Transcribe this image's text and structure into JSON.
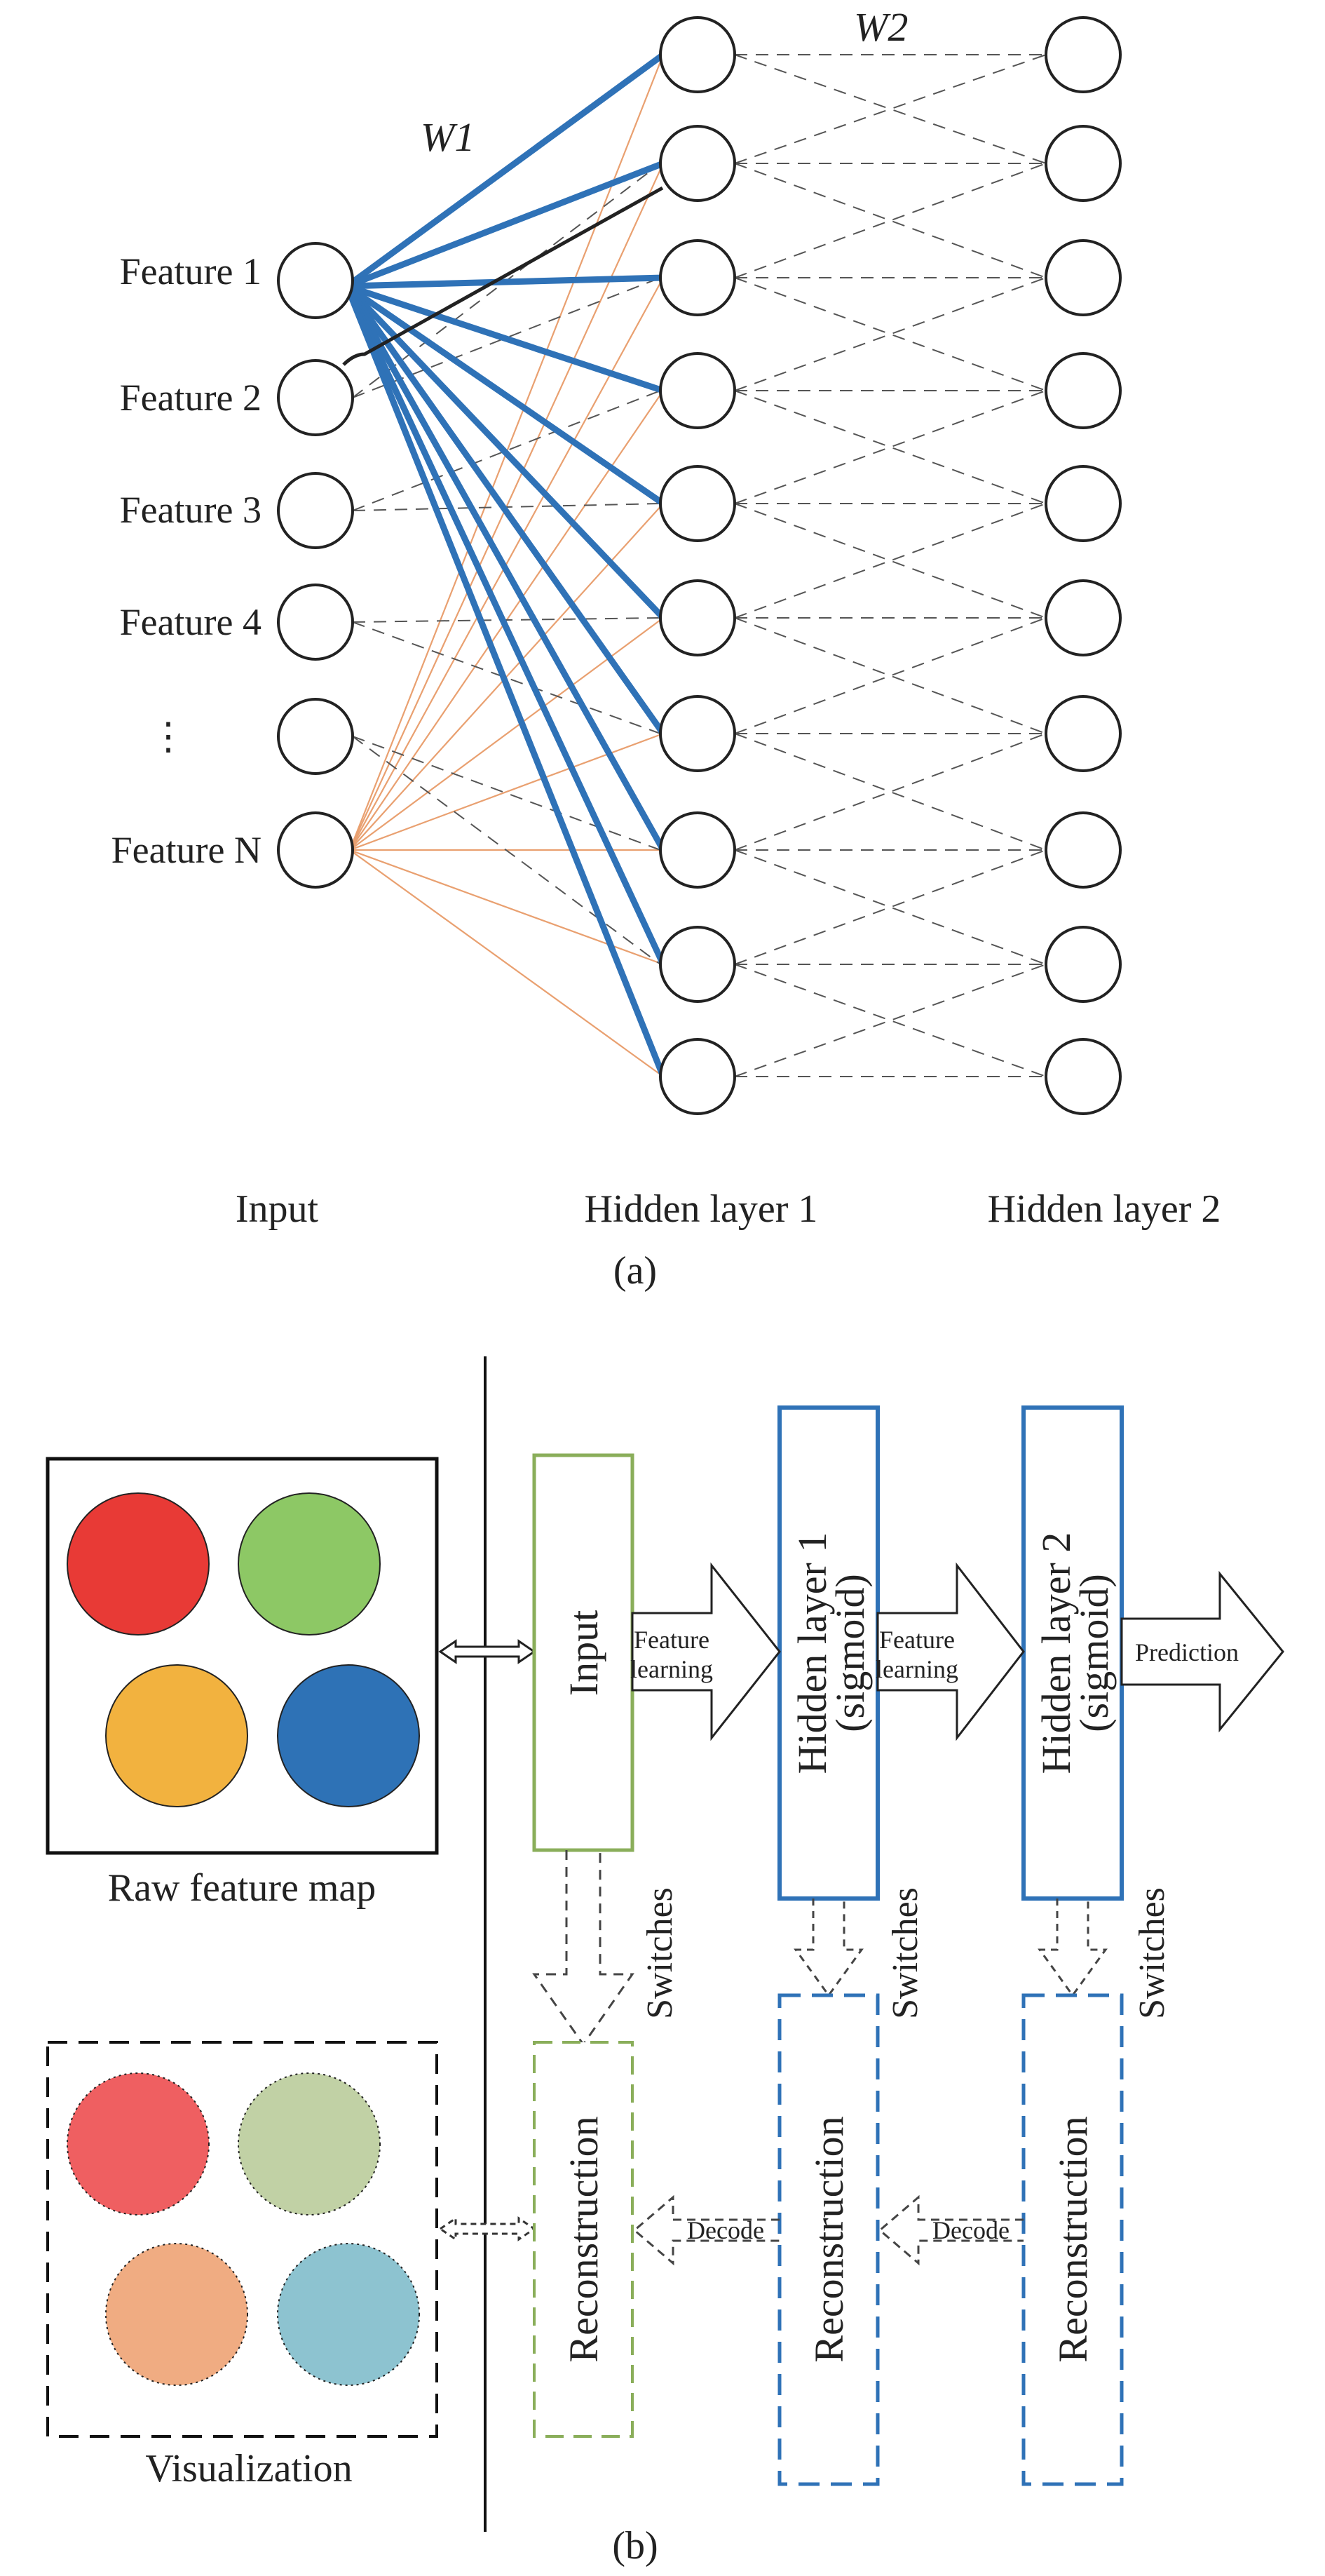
{
  "panel_a": {
    "weight_labels": {
      "w1": "W1",
      "w2": "W2"
    },
    "input_labels": [
      "Feature 1",
      "Feature 2",
      "Feature 3",
      "Feature 4",
      "⋮",
      "Feature N"
    ],
    "column_labels": {
      "input": "Input",
      "hidden1": "Hidden layer 1",
      "hidden2": "Hidden layer 2"
    },
    "caption": "(a)",
    "colors": {
      "feature1_weights": "#2f72b7",
      "featureN_weights": "#e9a070",
      "w2_weights": "#555555"
    }
  },
  "panel_b": {
    "raw_map_label": "Raw feature map",
    "visualization_label": "Visualization",
    "boxes": {
      "input": "Input",
      "hidden1_line1": "Hidden layer 1",
      "hidden1_line2": "(sigmoid)",
      "hidden2_line1": "Hidden layer 2",
      "hidden2_line2": "(sigmoid)",
      "reconstruction": "Reconstruction"
    },
    "arrows": {
      "feature_learning_line1": "Feature",
      "feature_learning_line2": "learning",
      "prediction": "Prediction",
      "decode": "Decode",
      "switches": "Switches"
    },
    "caption": "(b)",
    "colors": {
      "input_box": "#8aae5a",
      "hidden_box": "#2f72b7",
      "raw_circles": [
        "#e83a36",
        "#8dc865",
        "#f2b23f",
        "#2e72b6"
      ],
      "vis_circles": [
        "#ef5f61",
        "#c1d1a5",
        "#f0ac82",
        "#8dc3d0"
      ]
    }
  }
}
